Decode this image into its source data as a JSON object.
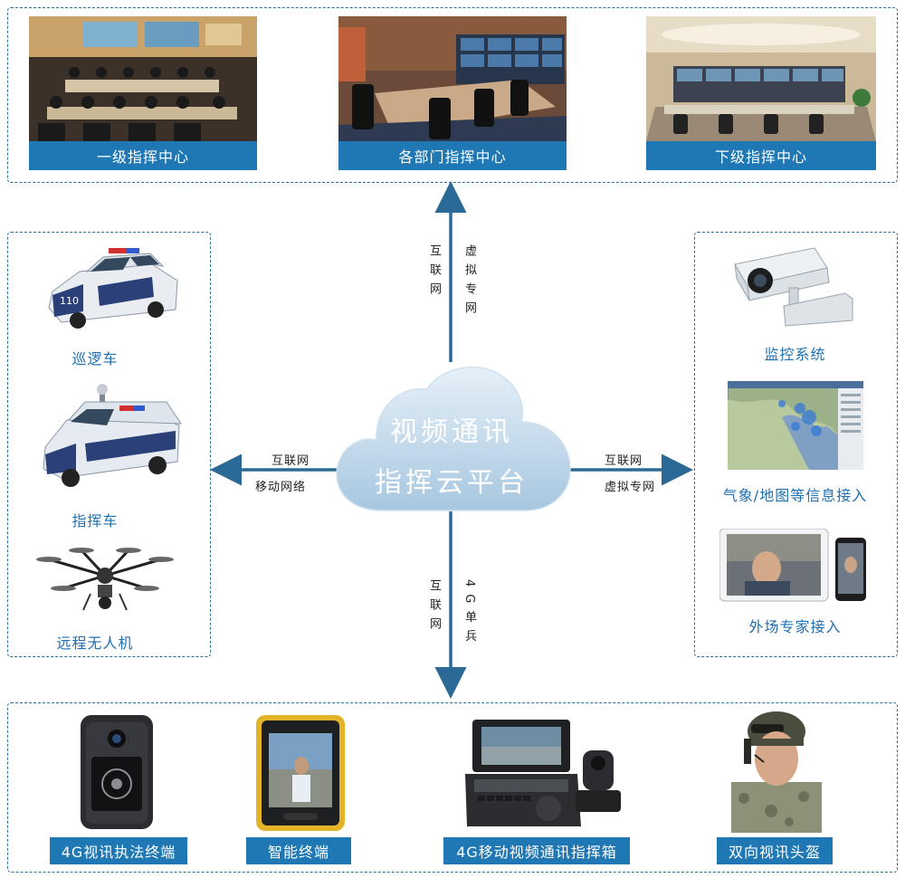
{
  "top_centers": [
    {
      "label": "一级指挥中心"
    },
    {
      "label": "各部门指挥中心"
    },
    {
      "label": "下级指挥中心"
    }
  ],
  "left_items": [
    {
      "label": "巡逻车"
    },
    {
      "label": "指挥车"
    },
    {
      "label": "远程无人机"
    }
  ],
  "right_items": [
    {
      "label": "监控系统"
    },
    {
      "label": "气象/地图等信息接入"
    },
    {
      "label": "外场专家接入"
    }
  ],
  "bottom_items": [
    {
      "label": "4G视讯执法终端"
    },
    {
      "label": "智能终端"
    },
    {
      "label": "4G移动视频通讯指挥箱"
    },
    {
      "label": "双向视讯头盔"
    }
  ],
  "cloud": {
    "line1": "视频通讯",
    "line2": "指挥云平台"
  },
  "links": {
    "up_left": "互联网",
    "up_right": "虚拟专网",
    "left_top": "互联网",
    "left_bottom": "移动网络",
    "right_top": "互联网",
    "right_bottom": "虚拟专网",
    "down_left": "互联网",
    "down_right": "4G单兵"
  }
}
